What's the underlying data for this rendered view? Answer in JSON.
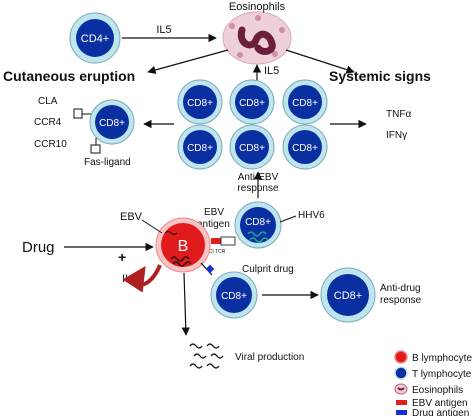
{
  "cells": {
    "cd4": "CD4+",
    "cd8": "CD8+",
    "b": "B"
  },
  "labels": {
    "eosinophils": "Eosinophils",
    "il5": "IL5",
    "cutaneous_eruption": "Cutaneous eruption",
    "systemic_signs": "Systemic signs",
    "cla": "CLA",
    "ccr4": "CCR4",
    "ccr10": "CCR10",
    "fas_ligand": "Fas-ligand",
    "tnfa": "TNFα",
    "ifng": "IFNγ",
    "anti_ebv_response": [
      "Anti-EBV",
      "response"
    ],
    "ebv": "EBV",
    "ebv_antigen": [
      "EBV",
      "antigen"
    ],
    "hhv6": "HHV6",
    "mhci_tcr": "MHCI TCR",
    "drug": "Drug",
    "plus": "+",
    "il10": "IL10",
    "culprit_drug": "Culprit drug",
    "anti_drug_response": [
      "Anti-drug",
      "response"
    ],
    "viral_production": "Viral production"
  },
  "legend": [
    {
      "key": "b-lymphocyte",
      "label": "B lymphocyte"
    },
    {
      "key": "t-lymphocyte",
      "label": "T lymphocyte"
    },
    {
      "key": "eosinophils",
      "label": "Eosinophils"
    },
    {
      "key": "ebv-antigen",
      "label": "EBV antigen"
    },
    {
      "key": "drug-antigen",
      "label": "Drug antigen"
    }
  ],
  "colors": {
    "t_cell_fill": "#0a2fa0",
    "t_cell_ring": "#bfe6ee",
    "b_cell_fill": "#e11b1b",
    "eosinophil": "#c0607a",
    "ebv_antigen": "#e02020",
    "drug_antigen": "#1530d0",
    "il10_arrow": "#b02020",
    "hhv6_squiggle": "#1aa890"
  }
}
